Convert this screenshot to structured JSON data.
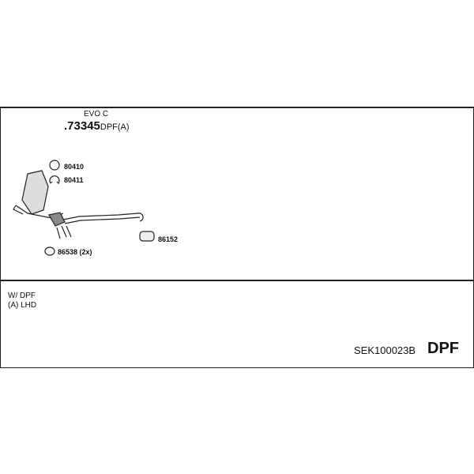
{
  "variant": "EVO C",
  "main_part": {
    "number": ".73345",
    "suffix": "DPF(A)"
  },
  "parts": [
    {
      "number": "80410"
    },
    {
      "number": "80411"
    },
    {
      "number": "86152"
    },
    {
      "number": "86538 (2x)"
    }
  ],
  "notes": [
    "W/ DPF",
    "(A) LHD"
  ],
  "kit_code": "SEK100023B",
  "category": "DPF"
}
